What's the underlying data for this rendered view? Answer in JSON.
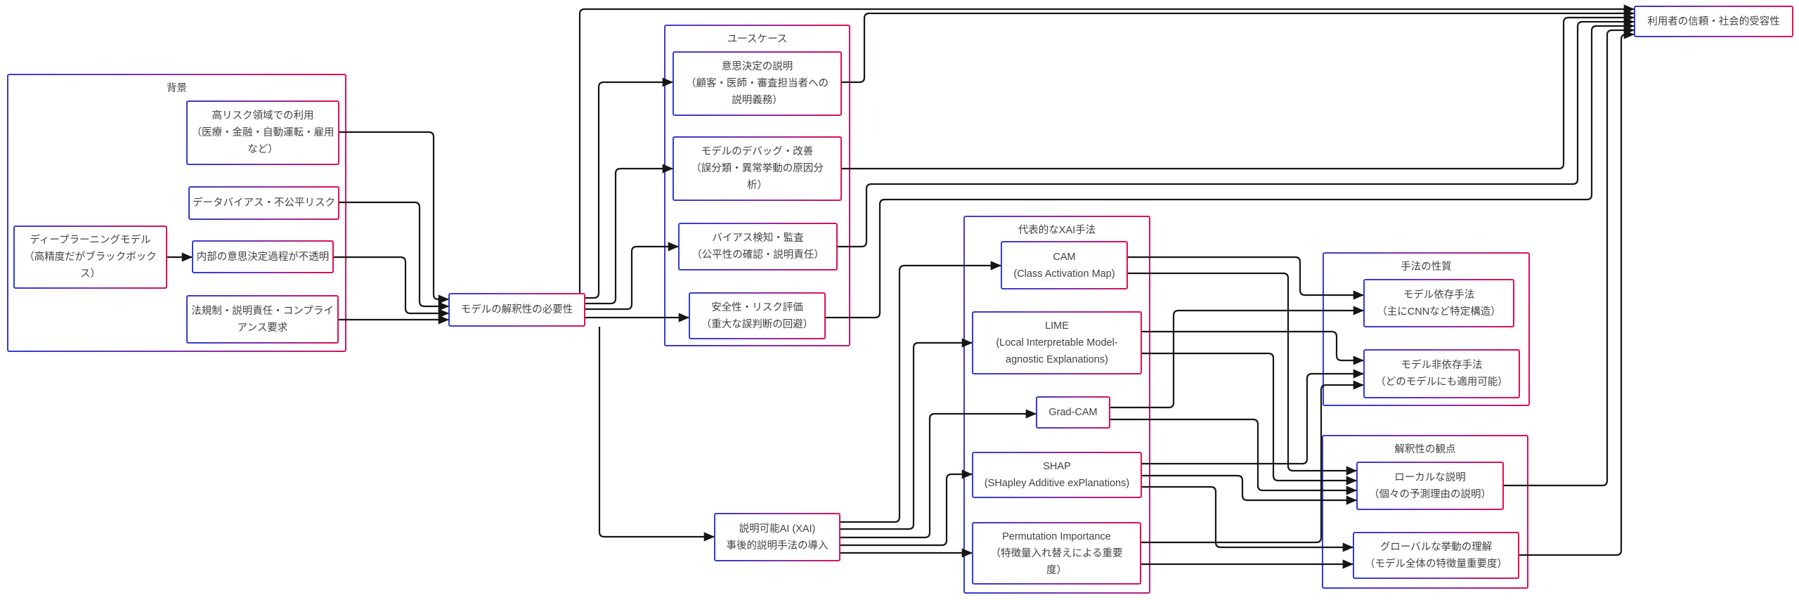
{
  "diagram": {
    "colors": {
      "border_gradient_start": "#2f3dd3",
      "border_gradient_mid": "#8a2da8",
      "border_gradient_end": "#e60d4e",
      "edge": "#161616",
      "text": "#424242",
      "node_bg": "#ffffff",
      "canvas_bg": "#ffffff"
    },
    "groups": [
      {
        "id": "background",
        "name": "group-background",
        "label": "背景"
      },
      {
        "id": "usecases",
        "name": "group-use-cases",
        "label": "ユースケース"
      },
      {
        "id": "xai_methods",
        "name": "group-representative-xai-methods",
        "label": "代表的なXAI手法"
      },
      {
        "id": "method_nature",
        "name": "group-method-properties",
        "label": "手法の性質"
      },
      {
        "id": "interpretability",
        "name": "group-interpretability-perspective",
        "label": "解釈性の観点"
      }
    ],
    "nodes": [
      {
        "id": "deep",
        "name": "node-deep-learning-model",
        "label": "ディープラーニングモデル\n（高精度だがブラックボック\nス）"
      },
      {
        "id": "highrisk",
        "name": "node-high-risk-domains",
        "label": "高リスク領域での利用\n（医療・金融・自動運転・雇用\nなど）"
      },
      {
        "id": "databias",
        "name": "node-data-bias-risk",
        "label": "データバイアス・不公平リスク"
      },
      {
        "id": "opaque",
        "name": "node-opaque-decision-process",
        "label": "内部の意思決定過程が不透明"
      },
      {
        "id": "regulation",
        "name": "node-regulation-compliance",
        "label": "法規制・説明責任・コンプライ\nアンス要求"
      },
      {
        "id": "need",
        "name": "node-interpretability-need",
        "label": "モデルの解釈性の必要性"
      },
      {
        "id": "explain",
        "name": "node-decision-explanation",
        "label": "意思決定の説明\n（顧客・医師・審査担当者への\n説明義務）"
      },
      {
        "id": "debug",
        "name": "node-model-debugging",
        "label": "モデルのデバッグ・改善\n（誤分類・異常挙動の原因分\n析）"
      },
      {
        "id": "audit",
        "name": "node-bias-detection-audit",
        "label": "バイアス検知・監査\n（公平性の確認・説明責任）"
      },
      {
        "id": "safety",
        "name": "node-safety-risk-evaluation",
        "label": "安全性・リスク評価\n（重大な誤判断の回避）"
      },
      {
        "id": "xai",
        "name": "node-xai-introduction",
        "label": "説明可能AI (XAI)\n事後的説明手法の導入"
      },
      {
        "id": "cam",
        "name": "node-cam",
        "label": "CAM\n(Class Activation Map)"
      },
      {
        "id": "lime",
        "name": "node-lime",
        "label": "LIME\n(Local Interpretable Model-\nagnostic Explanations)"
      },
      {
        "id": "gradcam",
        "name": "node-grad-cam",
        "label": "Grad-CAM"
      },
      {
        "id": "shap",
        "name": "node-shap",
        "label": "SHAP\n(SHapley Additive exPlanations)"
      },
      {
        "id": "perm",
        "name": "node-permutation-importance",
        "label": "Permutation Importance\n（特徴量入れ替えによる重要\n度）"
      },
      {
        "id": "dependent",
        "name": "node-model-dependent-methods",
        "label": "モデル依存手法\n（主にCNNなど特定構造）"
      },
      {
        "id": "agnostic",
        "name": "node-model-agnostic-methods",
        "label": "モデル非依存手法\n（どのモデルにも適用可能）"
      },
      {
        "id": "local",
        "name": "node-local-explanation",
        "label": "ローカルな説明\n（個々の予測理由の説明）"
      },
      {
        "id": "global",
        "name": "node-global-behavior-understanding",
        "label": "グローバルな挙動の理解\n（モデル全体の特徴量重要度）"
      },
      {
        "id": "trust",
        "name": "node-user-trust",
        "label": "利用者の信頼・社会的受容性"
      }
    ],
    "edges": [
      {
        "from": "deep",
        "to": "opaque"
      },
      {
        "from": "highrisk",
        "to": "need"
      },
      {
        "from": "databias",
        "to": "need"
      },
      {
        "from": "opaque",
        "to": "need"
      },
      {
        "from": "regulation",
        "to": "need"
      },
      {
        "from": "need",
        "to": "explain"
      },
      {
        "from": "need",
        "to": "debug"
      },
      {
        "from": "need",
        "to": "audit"
      },
      {
        "from": "need",
        "to": "safety"
      },
      {
        "from": "need",
        "to": "trust"
      },
      {
        "from": "need",
        "to": "xai"
      },
      {
        "from": "explain",
        "to": "trust"
      },
      {
        "from": "debug",
        "to": "trust"
      },
      {
        "from": "audit",
        "to": "trust"
      },
      {
        "from": "safety",
        "to": "trust"
      },
      {
        "from": "local",
        "to": "trust"
      },
      {
        "from": "global",
        "to": "trust"
      },
      {
        "from": "xai",
        "to": "cam"
      },
      {
        "from": "xai",
        "to": "lime"
      },
      {
        "from": "xai",
        "to": "gradcam"
      },
      {
        "from": "xai",
        "to": "shap"
      },
      {
        "from": "xai",
        "to": "perm"
      },
      {
        "from": "cam",
        "to": "dependent"
      },
      {
        "from": "cam",
        "to": "local"
      },
      {
        "from": "lime",
        "to": "agnostic"
      },
      {
        "from": "lime",
        "to": "local"
      },
      {
        "from": "gradcam",
        "to": "dependent"
      },
      {
        "from": "gradcam",
        "to": "local"
      },
      {
        "from": "shap",
        "to": "agnostic"
      },
      {
        "from": "shap",
        "to": "local"
      },
      {
        "from": "shap",
        "to": "global"
      },
      {
        "from": "perm",
        "to": "agnostic"
      },
      {
        "from": "perm",
        "to": "global"
      }
    ]
  }
}
